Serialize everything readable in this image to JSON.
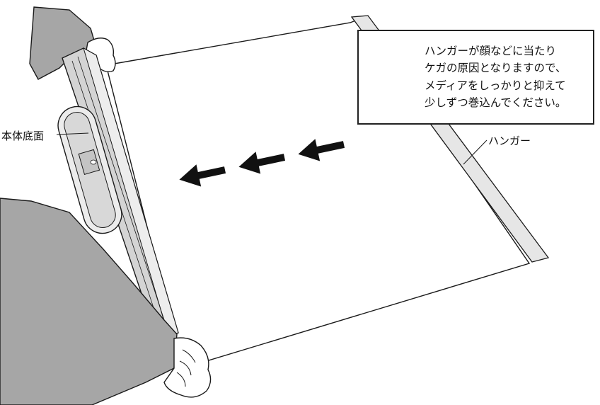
{
  "warning": {
    "icon": "warning-triangle-icon",
    "text": "ハンガーが顔などに当たり\nケガの原因となりますので、\nメディアをしっかりと抑えて\n少しずつ巻込んでください。"
  },
  "labels": {
    "body_bottom": "本体底面",
    "hanger": "ハンガー"
  },
  "arrows": {
    "count": 3,
    "direction": "left"
  },
  "colors": {
    "sleeve": "#a6a6a6",
    "device": "#d4d4d4",
    "line": "#1a1a1a",
    "arrow": "#111111",
    "hanger": "#e6e6e6"
  }
}
